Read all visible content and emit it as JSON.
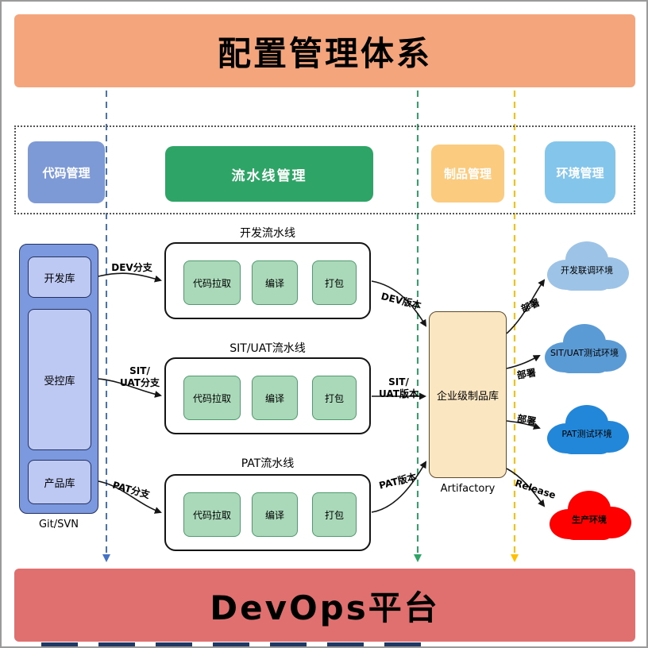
{
  "header": {
    "title": "配置管理体系",
    "bg": "#F4A57C"
  },
  "footer": {
    "title": "DevOps平台",
    "bg": "#E06F6F"
  },
  "management_row": {
    "code": {
      "label": "代码管理",
      "color": "#7D99D6"
    },
    "pipeline": {
      "label": "流水线管理",
      "color": "#2EA566"
    },
    "artifact": {
      "label": "制品管理",
      "color": "#FBCB7F"
    },
    "environment": {
      "label": "环境管理",
      "color": "#84C5EB"
    }
  },
  "lanes": {
    "code": "#4472C4",
    "pipeline": "#2EA566",
    "artifact": "#FFC000"
  },
  "repos": {
    "caption": "Git/SVN",
    "container_color": "#7C98DF",
    "item_color": "#BDC9F2",
    "items": [
      {
        "label": "开发库"
      },
      {
        "label": "受控库"
      },
      {
        "label": "产品库"
      }
    ]
  },
  "pipelines": [
    {
      "title": "开发流水线",
      "steps": [
        "代码拉取",
        "编译",
        "打包"
      ],
      "branch_label": "DEV分支",
      "version_label": "DEV版本"
    },
    {
      "title": "SIT/UAT流水线",
      "steps": [
        "代码拉取",
        "编译",
        "打包"
      ],
      "branch_label": "SIT/\nUAT分支",
      "version_label": "SIT/\nUAT版本"
    },
    {
      "title": "PAT流水线",
      "steps": [
        "代码拉取",
        "编译",
        "打包"
      ],
      "branch_label": "PAT分支",
      "version_label": "PAT版本"
    }
  ],
  "step_box_color": "#A9D9B8",
  "artifact_repo": {
    "label": "企业级制品库",
    "caption": "Artifactory",
    "color": "#FBE6C2"
  },
  "environments": [
    {
      "label": "开发联调环境",
      "color": "#9DC3E6",
      "deploy_label": "部署"
    },
    {
      "label": "SIT/UAT测试环境",
      "color": "#5B9BD5",
      "deploy_label": "部署"
    },
    {
      "label": "PAT测试环境",
      "color": "#2287D8",
      "deploy_label": "部署"
    },
    {
      "label": "生产环境",
      "color": "#FF0000",
      "deploy_label": "Release"
    }
  ]
}
